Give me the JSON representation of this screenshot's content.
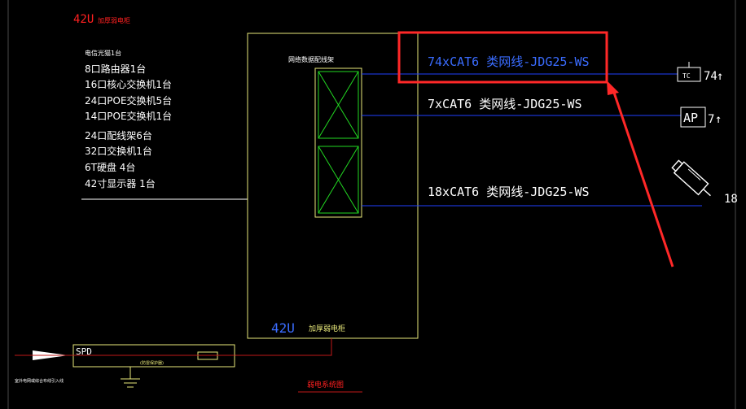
{
  "colors": {
    "background": "#000000",
    "cabinet": "#e8e87a",
    "rack": "#e8e87a",
    "rack_x": "#22d822",
    "cable_line": "#2040ff",
    "red_text": "#ff2020",
    "white_text": "#ffffff",
    "blue_text": "#3a6cff",
    "highlight": "#ff2828",
    "power_line": "#c01818",
    "spd_box": "#e8e87a",
    "yellow_text": "#e8e87a",
    "dim_line": "#4a4a4a"
  },
  "title_top": {
    "size": "42U",
    "name": "加厚弱电柜"
  },
  "equipment_list": [
    "电信光猫1台",
    "8口路由器1台",
    "16口核心交换机1台",
    "24口POE交换机5台",
    "14口POE交换机1台",
    "24口配线架6台",
    "32口交换机1台",
    "6T硬盘 4台",
    "42寸显示器 1台"
  ],
  "rack_label": "网络数据配线架",
  "cabinet_label": {
    "size": "42U",
    "name": "加厚弱电柜"
  },
  "cables": [
    {
      "text": "74xCAT6 类网线-JDG25-WS",
      "highlighted": true
    },
    {
      "text": "7xCAT6 类网线-JDG25-WS",
      "highlighted": false
    },
    {
      "text": "18xCAT6 类网线-JDG25-WS",
      "highlighted": false
    }
  ],
  "endpoints": [
    {
      "icon": "tc-socket-icon",
      "label": "TC",
      "count": "74"
    },
    {
      "icon": "ap-icon",
      "label": "AP",
      "count": "7"
    },
    {
      "icon": "camera-icon",
      "label": "",
      "count": "18"
    }
  ],
  "spd": {
    "label": "SPD",
    "sublabel": "(防雷保护器)",
    "left_note": "室外电网或综合布线引入线"
  },
  "diagram_caption": "弱电系统图"
}
